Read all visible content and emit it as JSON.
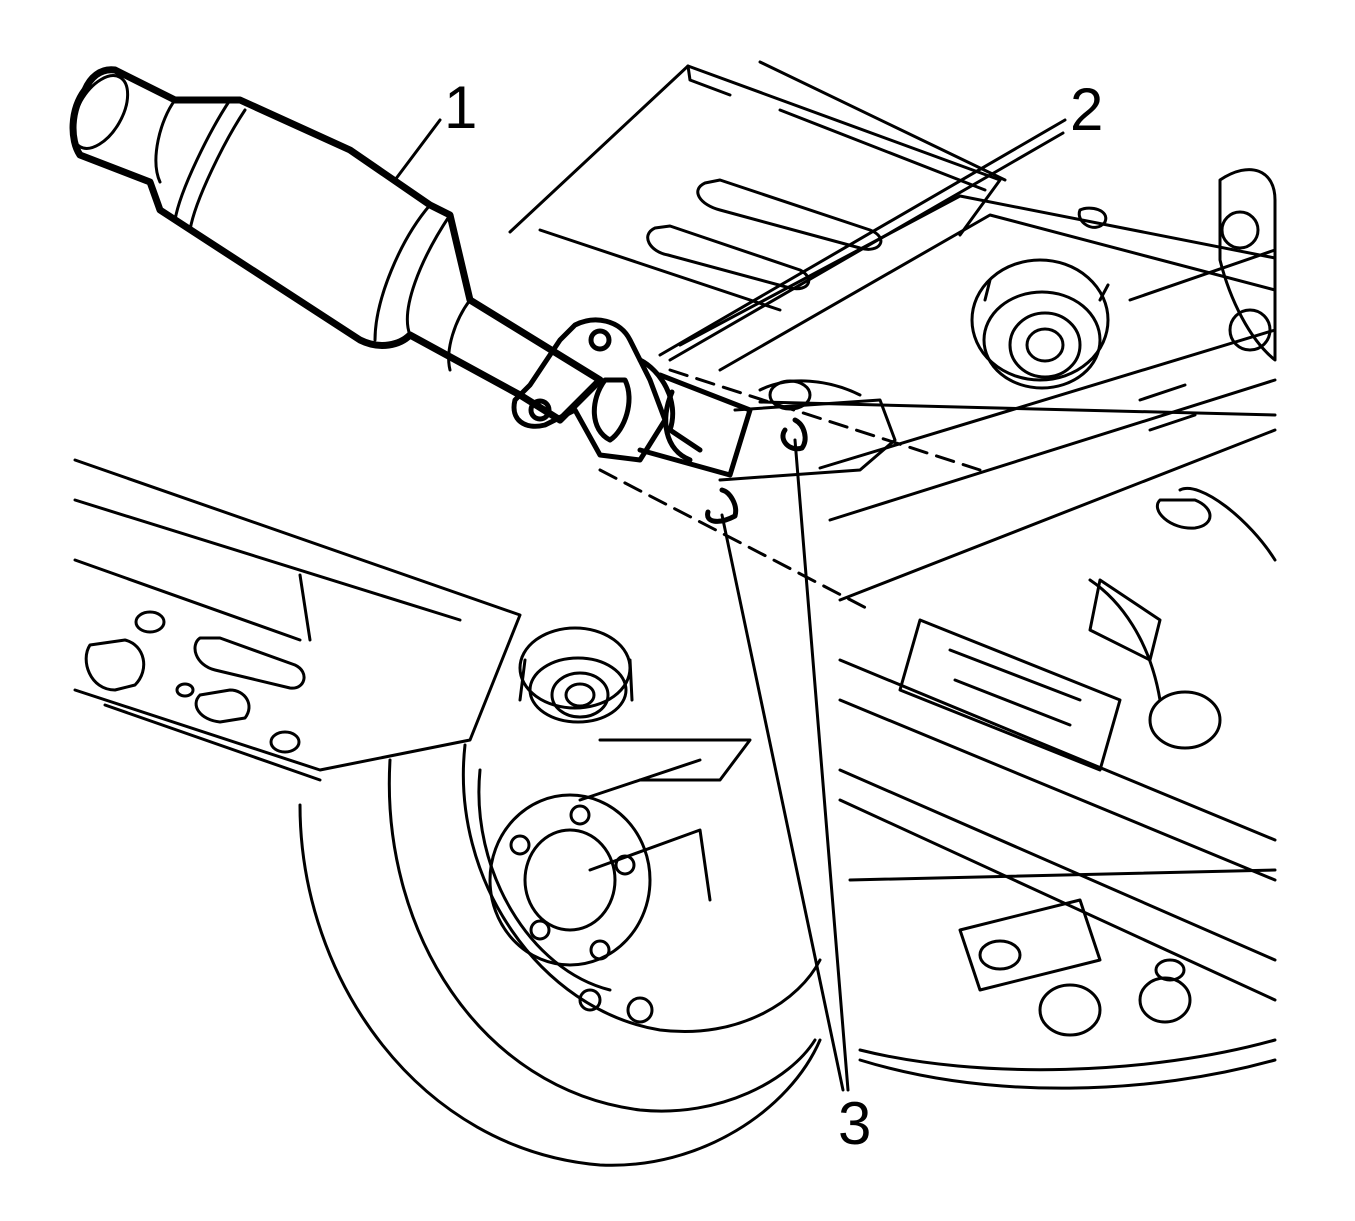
{
  "figure": {
    "line_color": "#000000",
    "background_color": "#ffffff",
    "callouts": [
      {
        "number": "1"
      },
      {
        "number": "2"
      },
      {
        "number": "3"
      }
    ]
  }
}
